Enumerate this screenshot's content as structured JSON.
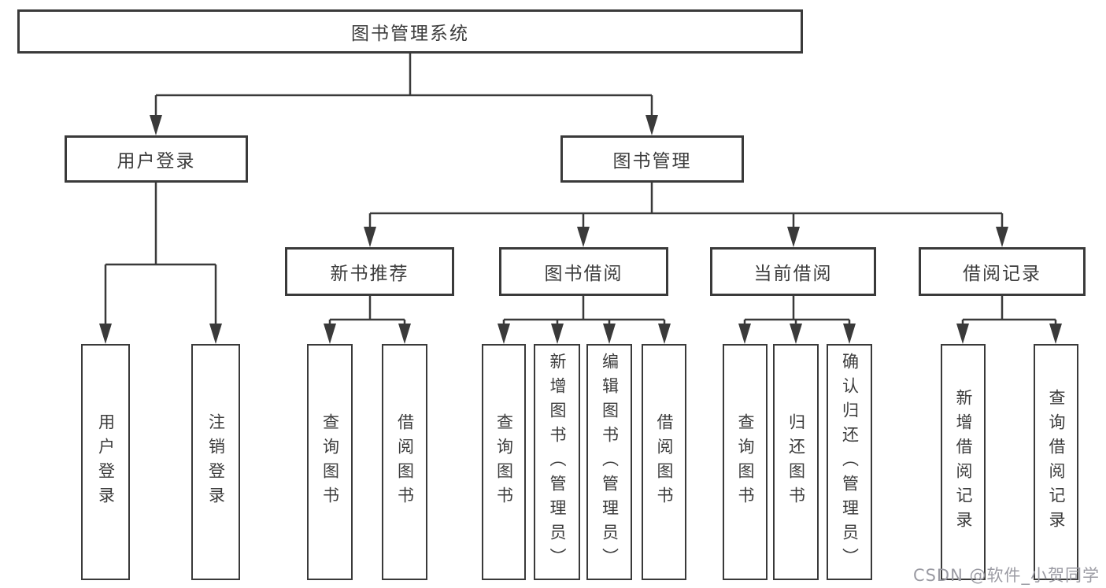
{
  "diagram": {
    "root": {
      "label": "图书管理系统",
      "children": [
        {
          "label": "用户登录",
          "children": [
            {
              "label": "用户登录"
            },
            {
              "label": "注销登录"
            }
          ]
        },
        {
          "label": "图书管理",
          "children": [
            {
              "label": "新书推荐",
              "children": [
                {
                  "label": "查询图书"
                },
                {
                  "label": "借阅图书"
                }
              ]
            },
            {
              "label": "图书借阅",
              "children": [
                {
                  "label": "查询图书"
                },
                {
                  "label": "新增图书（管理员）"
                },
                {
                  "label": "编辑图书（管理员）"
                },
                {
                  "label": "借阅图书"
                }
              ]
            },
            {
              "label": "当前借阅",
              "children": [
                {
                  "label": "查询图书"
                },
                {
                  "label": "归还图书"
                },
                {
                  "label": "确认归还（管理员）"
                }
              ]
            },
            {
              "label": "借阅记录",
              "children": [
                {
                  "label": "新增借阅记录"
                },
                {
                  "label": "查询借阅记录"
                }
              ]
            }
          ]
        }
      ]
    },
    "line_color": "#3a3a3a",
    "watermark": "CSDN @软件_小贺同学"
  }
}
